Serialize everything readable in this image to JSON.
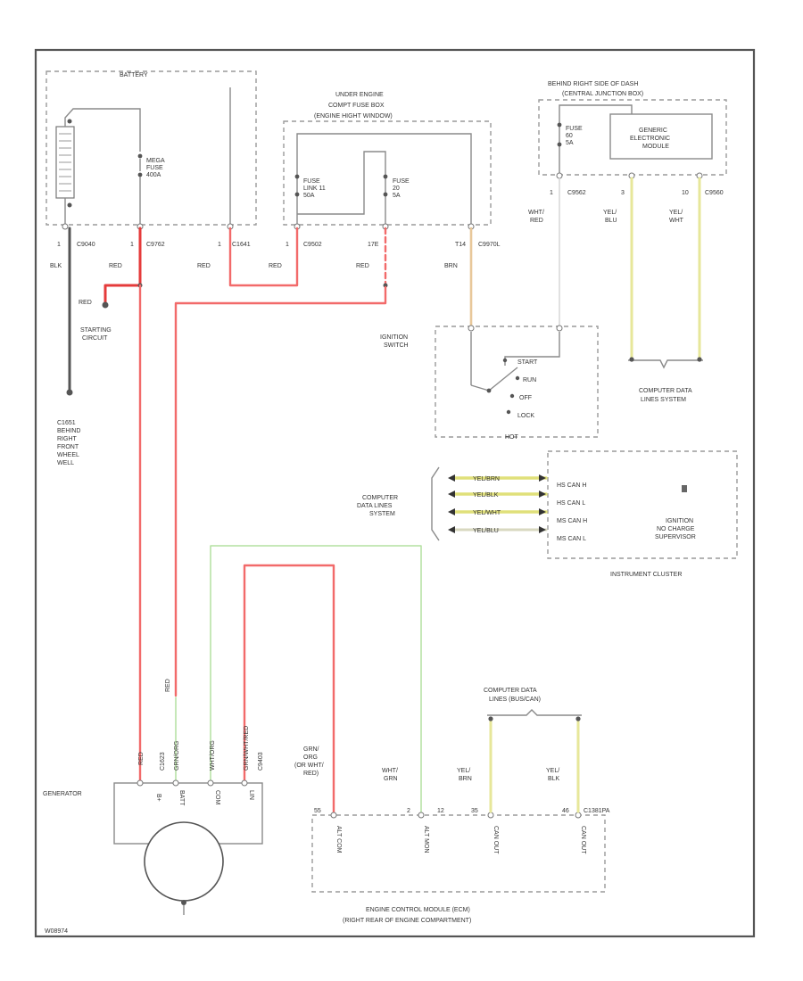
{
  "battery": {
    "label": "BATTERY",
    "mega_fuse": "MEGA\nFUSE\n400A",
    "pins": [
      "1",
      "1",
      "1"
    ],
    "connectors": [
      "C9040",
      "C9762",
      "C1641"
    ]
  },
  "underhood_fusebox": {
    "title_1": "UNDER ENGINE",
    "title_2": "COMPT FUSE BOX",
    "title_3": "(ENGINE HIGHT WINDOW)",
    "fuse_link": "FUSE\nLINK 11\n50A",
    "fuse_20": "FUSE\n20\n5A",
    "pins": [
      "1",
      "17E",
      "T14"
    ],
    "connectors": [
      "C9502",
      "C9970L"
    ]
  },
  "right_junction": {
    "title_1": "BEHIND RIGHT SIDE OF DASH",
    "title_2": "(CENTRAL JUNCTION BOX)",
    "fuse": "FUSE\n60\n5A",
    "gem": "GENERIC\nELECTRONIC\nMODULE",
    "pins": [
      "1",
      "3",
      "10"
    ],
    "connectors": [
      "C9562",
      "C9560"
    ]
  },
  "wires": {
    "blk": "BLK",
    "red": "RED",
    "brn": "BRN",
    "wht_red": "WHT/\nRED",
    "yel_blu": "YEL/\nBLU",
    "yel_wht": "YEL/\nWHT",
    "red_top": "RED",
    "yel_blu_ecm": "YEL/\nBRN",
    "yel_blk_ecm": "YEL/\nBLK",
    "wht_grn": "WHT/\nGRN",
    "grn_org": "GRN/\nORG\n(OR WHT/\nRED)",
    "red_gen": "RED",
    "grn_gen": "GRN/ORG",
    "wht_org": "WHT/ORG",
    "grn_wht_gen": "GRN/WHT/RED",
    "red_c": "C1623",
    "grn_c": "C9403"
  },
  "starting": {
    "red": "RED",
    "label": "STARTING\nCIRCUIT"
  },
  "ground": {
    "label": "C1651\nBEHIND\nRIGHT\nFRONT\nWHEEL\nWELL"
  },
  "ignition": {
    "label": "IGNITION\nSWITCH",
    "positions": [
      "START",
      "RUN",
      "OFF",
      "LOCK"
    ],
    "bottom": "HOT"
  },
  "data_lines_top": "COMPUTER DATA\nLINES SYSTEM",
  "data_lines_mid": "COMPUTER\nDATA LINES\nSYSTEM",
  "cluster": {
    "wires": [
      "YEL/BRN",
      "YEL/BLK",
      "YEL/WHT",
      "YEL/BLU"
    ],
    "pins": [
      "HS CAN H",
      "HS CAN L",
      "MS CAN H",
      "MS CAN L"
    ],
    "indicator": "IGNITION\nNO CHARGE\nSUPERVISOR",
    "title": "INSTRUMENT CLUSTER"
  },
  "generator": {
    "label": "GENERATOR",
    "pins": [
      "B+",
      "BATT",
      "COM",
      "LIN"
    ]
  },
  "data_lines_bottom": "COMPUTER DATA\nLINES (BUS/CAN)",
  "ecm": {
    "pins": [
      "ALT COM",
      "ALT MON",
      "CAN OUT",
      "CAN OUT"
    ],
    "pin_numbers": [
      "55",
      "2",
      "12",
      "35",
      "46"
    ],
    "connector": "C1381PA",
    "title_1": "ENGINE CONTROL MODULE (ECM)",
    "title_2": "(RIGHT REAR OF ENGINE COMPARTMENT)"
  },
  "footer_code": "W08974"
}
